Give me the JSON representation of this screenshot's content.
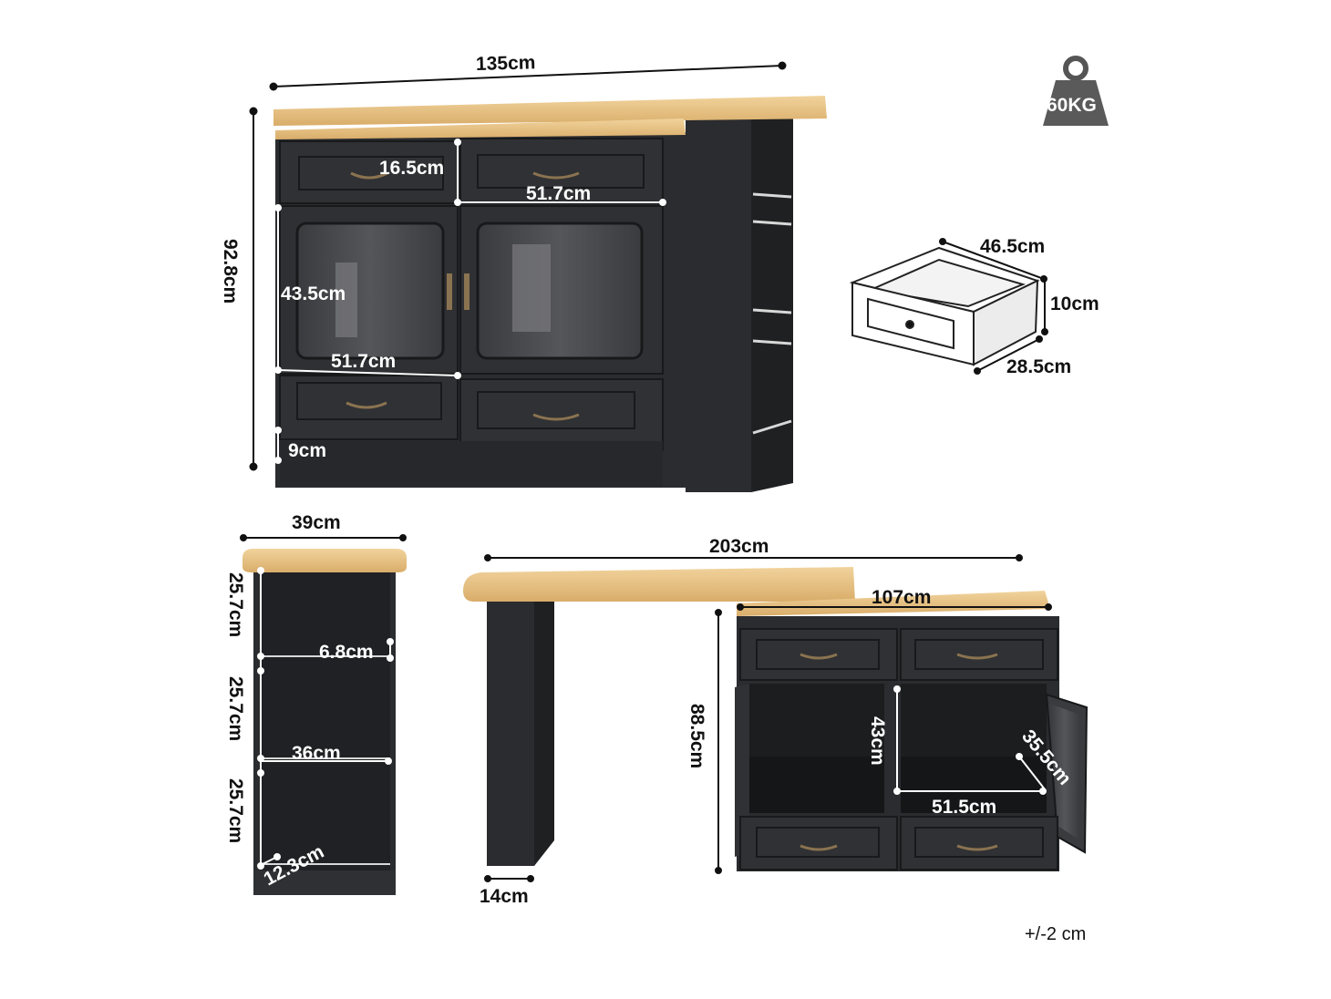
{
  "weight_badge": {
    "label": "60KG",
    "icon": "weight-icon"
  },
  "tolerance": "+/-2 cm",
  "front_view": {
    "total_width": "135cm",
    "total_height": "92.8cm",
    "top_drawer_height": "16.5cm",
    "top_drawer_width": "51.7cm",
    "door_height": "43.5cm",
    "door_width": "51.7cm",
    "base_height": "9cm"
  },
  "drawer_detail": {
    "depth": "46.5cm",
    "height": "10cm",
    "width": "28.5cm"
  },
  "side_shelf": {
    "depth": "39cm",
    "shelf_heights": [
      "25.7cm",
      "25.7cm",
      "25.7cm"
    ],
    "shelf_gap": "6.8cm",
    "shelf_width": "36cm",
    "lower_dim": "12.3cm"
  },
  "extended_view": {
    "total_width": "203cm",
    "cabinet_width": "107cm",
    "height": "88.5cm",
    "leg_width": "14cm",
    "inner_height": "43cm",
    "door_depth": "35.5cm",
    "inner_width": "51.5cm"
  },
  "colors": {
    "wood": "#e8c48a",
    "cabinet": "#2b2c2f",
    "dark": "#1f2022"
  }
}
